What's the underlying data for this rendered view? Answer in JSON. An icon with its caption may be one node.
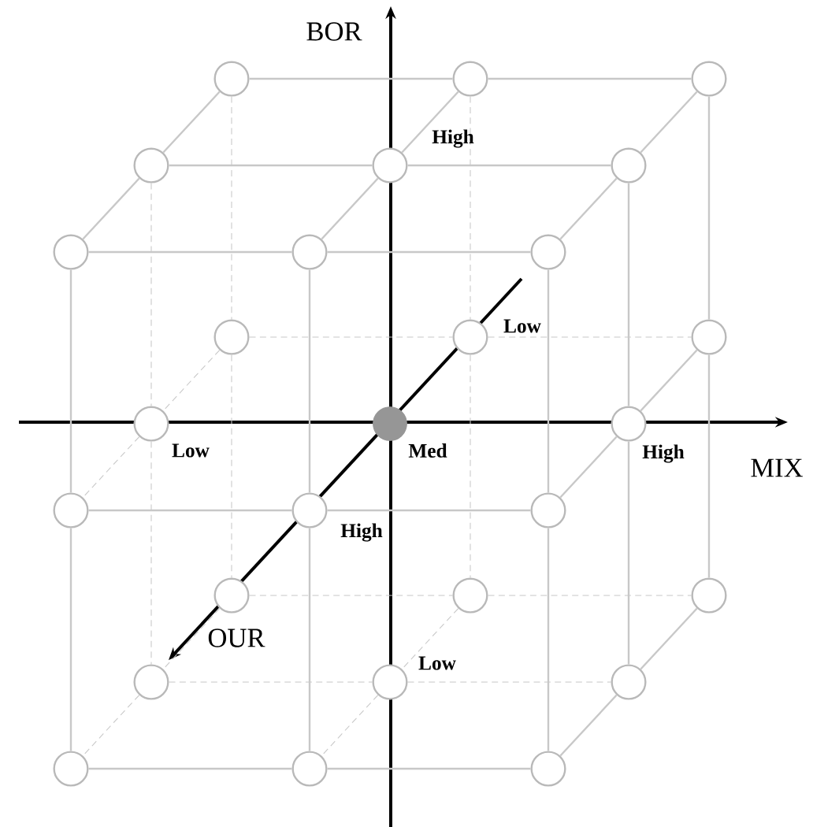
{
  "diagram": {
    "nodes": [
      {
        "text": [],
        "shape": "circle"
      },
      {
        "text": [],
        "shape": "circle"
      },
      {
        "text": [],
        "shape": "circle"
      },
      {
        "text": [],
        "shape": "circle"
      },
      {
        "text": [],
        "shape": "circle",
        "beside": [
          "High"
        ]
      },
      {
        "text": [],
        "shape": "circle"
      },
      {
        "text": [],
        "shape": "circle"
      },
      {
        "text": [],
        "shape": "circle"
      },
      {
        "text": [],
        "shape": "circle"
      },
      {
        "text": [],
        "shape": "circle"
      },
      {
        "text": [],
        "shape": "circle",
        "beside": [
          "Low"
        ]
      },
      {
        "text": [],
        "shape": "circle"
      },
      {
        "text": [],
        "shape": "circle",
        "beside": [
          "Low"
        ]
      },
      {
        "text": [],
        "shape": "dot",
        "beside": [
          "Med"
        ]
      },
      {
        "text": [],
        "shape": "circle",
        "beside": [
          "High"
        ]
      },
      {
        "text": [],
        "shape": "circle"
      },
      {
        "text": [],
        "shape": "circle",
        "beside": [
          "High"
        ]
      },
      {
        "text": [],
        "shape": "circle"
      },
      {
        "text": [],
        "shape": "circle"
      },
      {
        "text": [],
        "shape": "circle"
      },
      {
        "text": [],
        "shape": "circle"
      },
      {
        "text": [],
        "shape": "circle"
      },
      {
        "text": [],
        "shape": "circle",
        "beside": [
          "Low"
        ]
      },
      {
        "text": [],
        "shape": "circle"
      },
      {
        "text": [],
        "shape": "circle"
      },
      {
        "text": [],
        "shape": "circle"
      },
      {
        "text": [],
        "shape": "circle"
      }
    ],
    "edges": [
      {
        "from": 6,
        "to": 7,
        "arrow": "none"
      },
      {
        "from": 7,
        "to": 8,
        "arrow": "none"
      },
      {
        "from": 15,
        "to": 16,
        "arrow": "none"
      },
      {
        "from": 16,
        "to": 17,
        "arrow": "none"
      },
      {
        "from": 24,
        "to": 25,
        "arrow": "none"
      },
      {
        "from": 25,
        "to": 26,
        "arrow": "none"
      },
      {
        "from": 3,
        "to": 4,
        "arrow": "none"
      },
      {
        "from": 4,
        "to": 5,
        "arrow": "none"
      },
      {
        "from": 21,
        "to": 22,
        "arrow": "none",
        "style": "dashed"
      },
      {
        "from": 22,
        "to": 23,
        "arrow": "none",
        "style": "dashed"
      },
      {
        "from": 0,
        "to": 1,
        "arrow": "none"
      },
      {
        "from": 1,
        "to": 2,
        "arrow": "none"
      },
      {
        "from": 9,
        "to": 10,
        "arrow": "none",
        "style": "dashed"
      },
      {
        "from": 10,
        "to": 11,
        "arrow": "none",
        "style": "dashed"
      },
      {
        "from": 18,
        "to": 19,
        "arrow": "none",
        "style": "dashed"
      },
      {
        "from": 19,
        "to": 20,
        "arrow": "none",
        "style": "dashed"
      },
      {
        "from": 6,
        "to": 15,
        "arrow": "none"
      },
      {
        "from": 15,
        "to": 24,
        "arrow": "none"
      },
      {
        "from": 7,
        "to": 16,
        "arrow": "none"
      },
      {
        "from": 16,
        "to": 25,
        "arrow": "none"
      },
      {
        "from": 8,
        "to": 17,
        "arrow": "none"
      },
      {
        "from": 17,
        "to": 26,
        "arrow": "none"
      },
      {
        "from": 3,
        "to": 12,
        "arrow": "none",
        "style": "dashed"
      },
      {
        "from": 12,
        "to": 21,
        "arrow": "none",
        "style": "dashed"
      },
      {
        "from": 5,
        "to": 14,
        "arrow": "none"
      },
      {
        "from": 14,
        "to": 23,
        "arrow": "none"
      },
      {
        "from": 0,
        "to": 9,
        "arrow": "none",
        "style": "dashed"
      },
      {
        "from": 9,
        "to": 18,
        "arrow": "none",
        "style": "dashed"
      },
      {
        "from": 1,
        "to": 10,
        "arrow": "none",
        "style": "dashed"
      },
      {
        "from": 10,
        "to": 19,
        "arrow": "none",
        "style": "dashed"
      },
      {
        "from": 2,
        "to": 11,
        "arrow": "none"
      },
      {
        "from": 11,
        "to": 20,
        "arrow": "none"
      },
      {
        "from": 0,
        "to": 3,
        "arrow": "none"
      },
      {
        "from": 3,
        "to": 6,
        "arrow": "none"
      },
      {
        "from": 1,
        "to": 4,
        "arrow": "none"
      },
      {
        "from": 4,
        "to": 7,
        "arrow": "none"
      },
      {
        "from": 2,
        "to": 5,
        "arrow": "none"
      },
      {
        "from": 5,
        "to": 8,
        "arrow": "none"
      },
      {
        "from": 9,
        "to": 12,
        "arrow": "none",
        "style": "dashed"
      },
      {
        "from": 12,
        "to": 15,
        "arrow": "none",
        "style": "dashed"
      },
      {
        "from": 11,
        "to": 14,
        "arrow": "none"
      },
      {
        "from": 14,
        "to": 17,
        "arrow": "none"
      },
      {
        "from": 18,
        "to": 21,
        "arrow": "none",
        "style": "dashed"
      },
      {
        "from": 21,
        "to": 24,
        "arrow": "none",
        "style": "dashed"
      },
      {
        "from": 19,
        "to": 22,
        "arrow": "none",
        "style": "dashed"
      },
      {
        "from": 22,
        "to": 25,
        "arrow": "none",
        "style": "dashed"
      },
      {
        "from": 20,
        "to": 23,
        "arrow": "none"
      },
      {
        "from": 23,
        "to": 26,
        "arrow": "none"
      }
    ],
    "labels": [
      "BOR",
      "MIX",
      "OUR"
    ]
  }
}
